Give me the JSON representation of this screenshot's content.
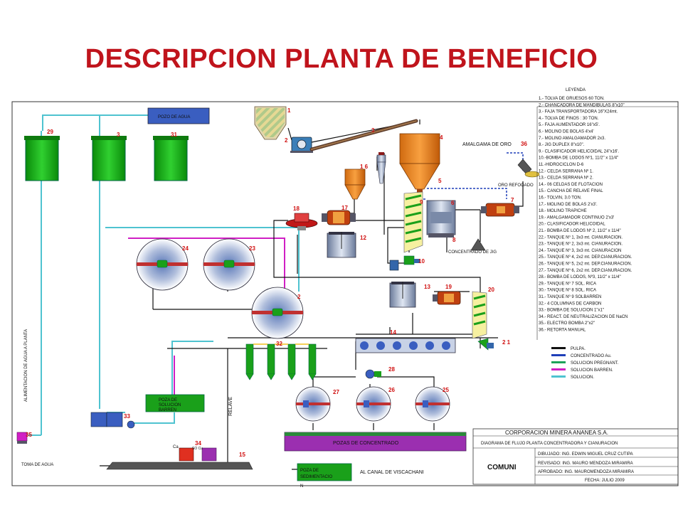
{
  "title": "DESCRIPCION PLANTA DE BENEFICIO",
  "labels": {
    "pozo_agua": "POZO DE AGUA",
    "amalgama": "AMALGAMA DE ORO",
    "oro_refogado": "ORO REFOGADO",
    "concentrado_jig": "CONCENTRADO DE JIG",
    "pozas_concentrado": "POZAS DE CONCENTRADO",
    "poza_sedimentacion_1": "POZA DE",
    "poza_sedimentacion_2": "SEDIMENTACIO",
    "poza_sedimentacion_3": "N",
    "canal": "AL CANAL DE VISCACHANI",
    "toma_agua": "TOMA DE AGUA",
    "relave": "RELAVE",
    "alimentacion": "ALIMENTACION   DE   AGUA   A   PLANTA",
    "poza_barren_1": "POZA DE",
    "poza_barren_2": "SOLUCION",
    "poza_barren_3": "BARREN",
    "reactivo_1": "Ca",
    "reactivo_2": "SO Cu"
  },
  "numbers": {
    "n1": "1",
    "n2": "2",
    "n3": "3",
    "n4": "4",
    "n5": "5",
    "n6": "6",
    "n7": "7",
    "n8": "8",
    "n9": "9",
    "n10": "10",
    "n12": "12",
    "n13": "13",
    "n14": "14",
    "n15": "15",
    "n16": "1 6",
    "n17": "17",
    "n18": "18",
    "n19": "19",
    "n20": "20",
    "n21": "2 1",
    "n22": "2",
    "n23": "23",
    "n24": "24",
    "n25": "25",
    "n26": "26",
    "n27": "27",
    "n28": "28",
    "n29": "29",
    "n30": "3",
    "n31": "31",
    "n32": "32",
    "n33": "33",
    "n34": "34",
    "n35": "35",
    "n36": "36"
  },
  "legend": {
    "title": "LEYENDA",
    "items": [
      "1.- TOLVA DE GRUESOS 60 TON.",
      "2.- CHANCADORA  DE MANDIBULAS 8\"x10\"",
      "3.- FAJA TRANSPORTADORA 16\"X24mt.",
      "4.- TOLVA DE FINOS   : 30 TON.",
      "5.- FAJA  AUMENTADOR 16\"x5'.",
      "6.- MOLINO DE BOLAS 4'x4'",
      "7.- MOLINO AMALGAMADOR  2x3.",
      "8.- JIG DUPLEX 8\"x10\".",
      "9.- CLASIFICADOR HELICOIDAL 24\"x16'.",
      "10.-BOMBA  DE LODOS  Nº1, 11/2\" x 11/4\"",
      "11.-HIDROCICLON   D-6",
      "12.- CELDA SERRANA Nº 1.",
      "13.- CELDA  SERRANA Nº 2.",
      "14.- 06 CELDAS DE FLOTACION",
      "15.- CANCHA DE RELAVE FINAL",
      "16.- TOLVIN, 3.0 TON.",
      "17.- MOLINO DE BOLAS 2'x3'.",
      "18.- MOLINO  TRAPICHE",
      "19.- AMALGAMADOR CONTINUO 2'x3'",
      "20.- CLASIFICADOR HELICOIDAL",
      "21.- BOMBA  DE LODOS Nº 2, 11/2\" x 11/4\"",
      "22.- TANQUE Nº 1, 3x3 mt.  CIANURACION.",
      "23.- TANQUE Nº 2, 3x3 mt.  CIANURACION.",
      "24.- TANQUE Nº 3, 3x3 mt.  CIANURACION",
      "25.- TANQUE Nº 4, 2x2 mt. DEP.CIANURACION.",
      "26.- TANQUE Nº 5, 2x2 mt. DEP.CIANURACION.",
      "27.- TANQUE Nº 6, 2x2 mt. DEP.CIANURACION.",
      "28.- BOMBA  DE LODOS, Nº3, 11/2\" x 11/4\"",
      "29.- TANQUE Nº 7 SOL. RICA",
      "30.- TANQUE Nº 8 SOL. RICA",
      "31.- TANQUE Nº 9 SOLBARREN",
      "32.- 4 COLUMNAS DE CARBON",
      "33.- BOMBA  DE SOLUCION  1\"x1\"",
      "34.- REACT. DE NEUTRALIZACION DE  NaCN",
      "35.- ELECTRO BOMBA 2\"x2\"",
      "36.- RETORTA MANUAL"
    ],
    "lines": [
      {
        "label": "PULPA.",
        "color": "#111111"
      },
      {
        "label": "CONCENTRADO Au.",
        "color": "#1f3fb8"
      },
      {
        "label": "SOLUCION PREGNANT.",
        "color": "#1fa35a"
      },
      {
        "label": "SOLUCION BARREN.",
        "color": "#d01fc4"
      },
      {
        "label": "SOLUCION.",
        "color": "#4fc3d0"
      }
    ]
  },
  "titleblock": {
    "company": "CORPORACION MINERA ANANEA S.A.",
    "subtitle": "DIAGRAMA DE FLUJO  PLANTA CONCENTRADORA Y CIANURACION",
    "logo": "COMUNI",
    "dibujado": "DIBUJADO:  ING. EDWIN MIGUEL CRUZ CUTIPA",
    "revisado": "REVISADO:   ING. MAURO MENDOZA MIRAMIRA",
    "aprobado": "APROBADO: ING. MAUROMENDOZA MIRAMIRA",
    "fecha": "FECHA: JULIO 2009"
  },
  "colors": {
    "title": "#c0141c",
    "tank_green": "#14b014",
    "hopper": "#f08a20",
    "pipe_solution": "#4fc3d0",
    "pipe_pulp": "#111111",
    "pipe_concentrate": "#1f3fb8",
    "pipe_barren": "#d01fc4",
    "pozo": "#3a5ec0",
    "poza_concentrado": "#9b2fb0"
  }
}
